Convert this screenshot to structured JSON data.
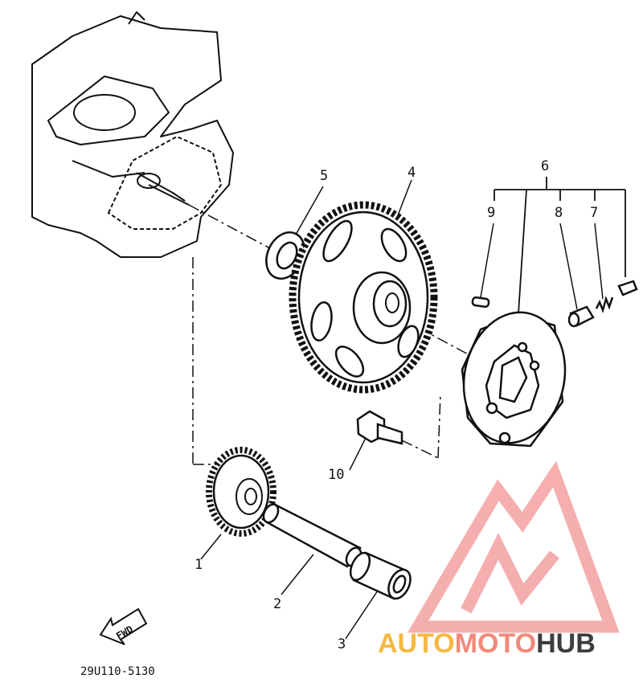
{
  "parts": [
    {
      "id": "1",
      "label": "1"
    },
    {
      "id": "2",
      "label": "2"
    },
    {
      "id": "3",
      "label": "3"
    },
    {
      "id": "4",
      "label": "4"
    },
    {
      "id": "5",
      "label": "5"
    },
    {
      "id": "6",
      "label": "6"
    },
    {
      "id": "7",
      "label": "7"
    },
    {
      "id": "8",
      "label": "8"
    },
    {
      "id": "9",
      "label": "9"
    },
    {
      "id": "10",
      "label": "10"
    }
  ],
  "direction_label": "FWD",
  "diagram_code": "29U110-5130",
  "watermark": {
    "part1": "AUTO",
    "part2": "MOTO",
    "part3": "HUB",
    "color1": "#f4b942",
    "color2": "#f08a7a",
    "color3": "#3d3d3d",
    "logo_color": "#f4a0a0"
  }
}
